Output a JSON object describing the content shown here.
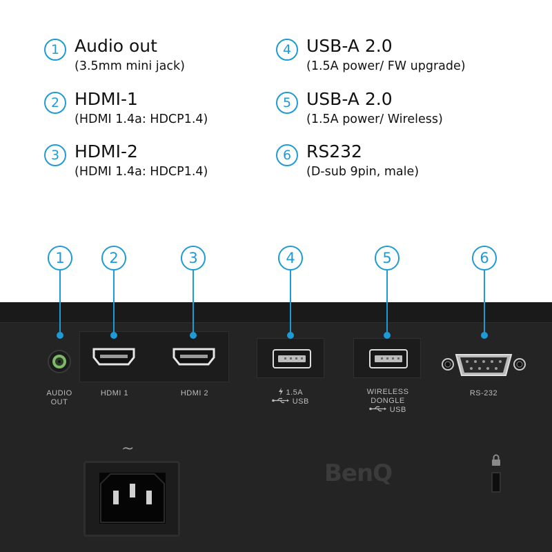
{
  "legend": [
    {
      "num": "1",
      "title": "Audio out",
      "sub": "(3.5mm mini jack)"
    },
    {
      "num": "2",
      "title": "HDMI-1",
      "sub": "(HDMI 1.4a: HDCP1.4)"
    },
    {
      "num": "3",
      "title": "HDMI-2",
      "sub": "(HDMI 1.4a: HDCP1.4)"
    },
    {
      "num": "4",
      "title": "USB-A 2.0",
      "sub": "(1.5A power/ FW upgrade)"
    },
    {
      "num": "5",
      "title": "USB-A 2.0",
      "sub": "(1.5A power/ Wireless)"
    },
    {
      "num": "6",
      "title": "RS232",
      "sub": "(D-sub 9pin, male)"
    }
  ],
  "callouts": [
    "1",
    "2",
    "3",
    "4",
    "5",
    "6"
  ],
  "ports": {
    "audio_l1": "AUDIO",
    "audio_l2": "OUT",
    "hdmi1": "HDMI 1",
    "hdmi2": "HDMI 2",
    "usb1_l1": "1.5A",
    "usb1_l2": "USB",
    "usb2_l1": "WIRELESS",
    "usb2_l2": "DONGLE",
    "usb2_l3": "USB",
    "rs232": "RS-232"
  },
  "power_symbol": "~",
  "brand": "BenQ",
  "icons": [
    "lightning-icon",
    "usb-icon",
    "lock-icon",
    "hdmi-port-icon",
    "power-inlet-icon",
    "d-sub-port-icon"
  ],
  "colors": {
    "accent": "#1e9ad6",
    "panel": "#242424",
    "audio_green": "#7fb86a"
  }
}
